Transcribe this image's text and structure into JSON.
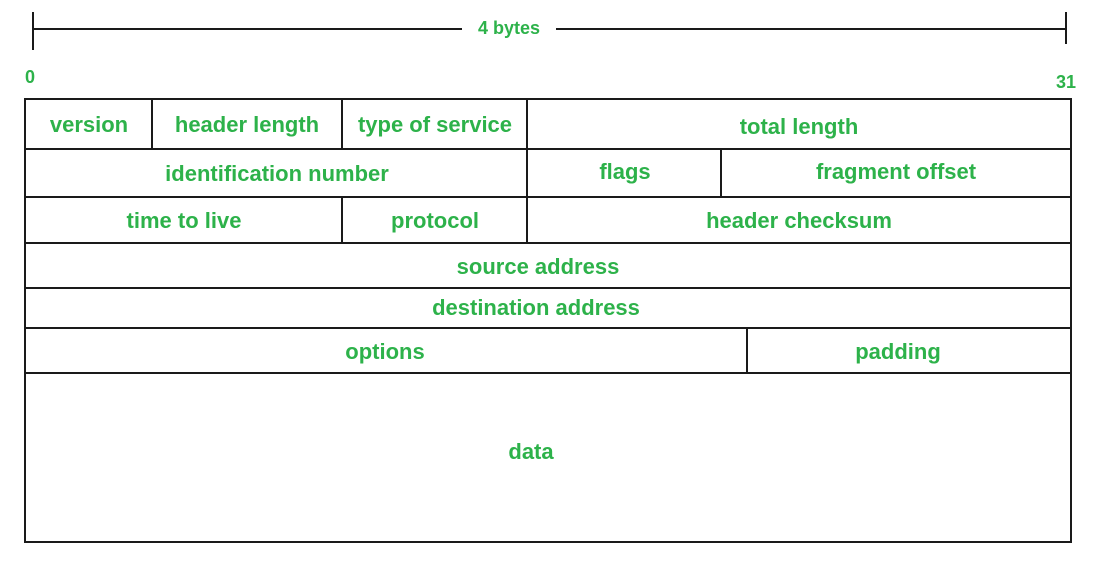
{
  "ruler": {
    "label": "4 bytes",
    "bit_start": "0",
    "bit_end": "31"
  },
  "fields": {
    "version": "version",
    "header_length": "header length",
    "type_of_service": "type of service",
    "total_length": "total length",
    "identification_number": "identification number",
    "flags": "flags",
    "fragment_offset": "fragment offset",
    "time_to_live": "time to live",
    "protocol": "protocol",
    "header_checksum": "header checksum",
    "source_address": "source address",
    "destination_address": "destination address",
    "options": "options",
    "padding": "padding",
    "data": "data"
  },
  "colors": {
    "label_green": "#2db24a",
    "border": "#1a1a1a"
  }
}
